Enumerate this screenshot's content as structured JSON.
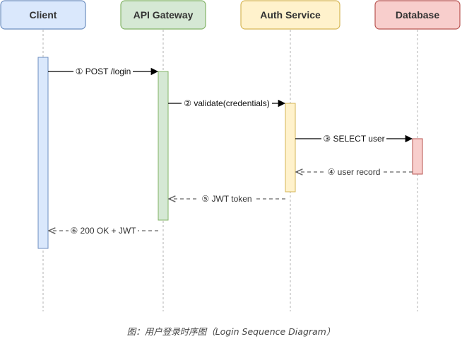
{
  "participants": [
    {
      "id": "client",
      "label": "Client",
      "fill": "#dae8fc",
      "stroke": "#6c8ebf"
    },
    {
      "id": "gateway",
      "label": "API Gateway",
      "fill": "#d5e8d4",
      "stroke": "#82b366"
    },
    {
      "id": "auth",
      "label": "Auth Service",
      "fill": "#fff2cc",
      "stroke": "#d6b656"
    },
    {
      "id": "database",
      "label": "Database",
      "fill": "#f8cecc",
      "stroke": "#b85450"
    }
  ],
  "messages": [
    {
      "id": "msg-1",
      "text": "① POST /login",
      "from": "client",
      "to": "gateway",
      "style": "solid"
    },
    {
      "id": "msg-2",
      "text": "② validate(credentials)",
      "from": "gateway",
      "to": "auth",
      "style": "solid"
    },
    {
      "id": "msg-3",
      "text": "③ SELECT user",
      "from": "auth",
      "to": "database",
      "style": "solid"
    },
    {
      "id": "msg-4",
      "text": "④ user record",
      "from": "database",
      "to": "auth",
      "style": "dashed"
    },
    {
      "id": "msg-5",
      "text": "⑤ JWT token",
      "from": "auth",
      "to": "gateway",
      "style": "dashed"
    },
    {
      "id": "msg-6",
      "text": "⑥ 200 OK + JWT",
      "from": "gateway",
      "to": "client",
      "style": "dashed"
    }
  ],
  "caption": "图：用户登录时序图（Login Sequence Diagram）"
}
